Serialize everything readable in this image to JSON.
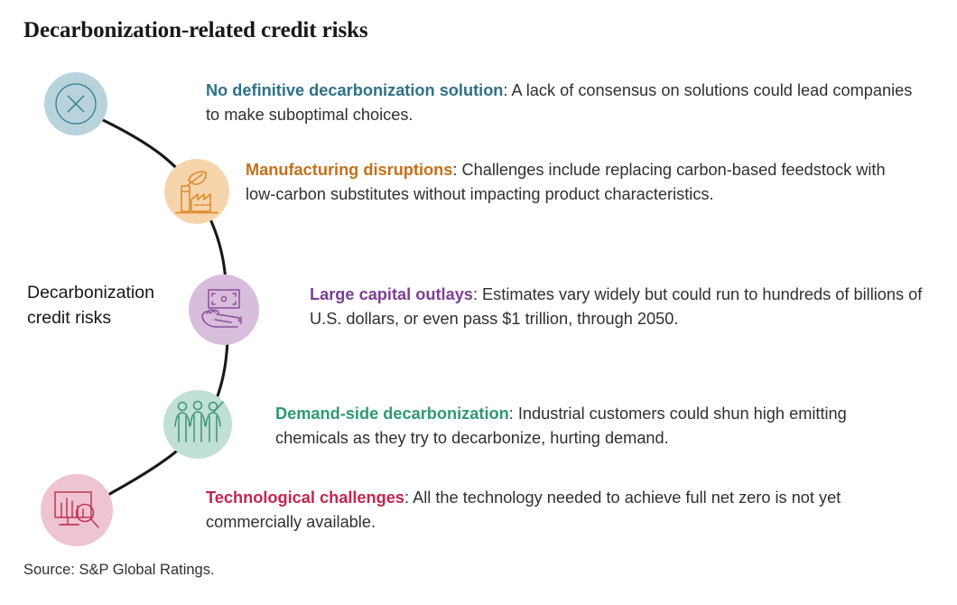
{
  "title": "Decarbonization-related credit risks",
  "center_label": "Decarbonization credit risks",
  "source": "Source: S&P Global Ratings.",
  "colors": {
    "background": "#ffffff",
    "title_text": "#17181c",
    "body_text": "#2f3033",
    "connector_line": "#17181c",
    "node1_fill": "#b9d3dc",
    "node1_stroke": "#3a7c95",
    "node2_fill": "#f6d5ac",
    "node2_stroke": "#e08a2e",
    "node3_fill": "#d8bddc",
    "node3_stroke": "#8a4f99",
    "node4_fill": "#bfe0d2",
    "node4_stroke": "#3f9476",
    "node5_fill": "#eec4d1",
    "node5_stroke": "#c03459",
    "heading1": "#2e7189",
    "heading2": "#c3711b",
    "heading3": "#7e3f95",
    "heading4": "#2f9a72",
    "heading5": "#c4254f"
  },
  "items": [
    {
      "id": "no-definitive-decarbonization-solution",
      "icon": "x-circle-icon",
      "heading": "No definitive decarbonization solution",
      "body": ": A lack of consensus on solutions could lead companies to make suboptimal choices.",
      "heading_color": "#2e7189",
      "circle_fill": "#b9d3dc",
      "circle_stroke": "#3a7c95"
    },
    {
      "id": "manufacturing-disruptions",
      "icon": "factory-leaf-icon",
      "heading": "Manufacturing disruptions",
      "body": ": Challenges include replacing carbon-based feedstock with low-carbon substitutes without impacting product characteristics.",
      "heading_color": "#c3711b",
      "circle_fill": "#f6d5ac",
      "circle_stroke": "#e08a2e"
    },
    {
      "id": "large-capital-outlays",
      "icon": "hand-money-icon",
      "heading": "Large capital outlays",
      "body": ": Estimates vary widely but could run to hundreds of billions of U.S. dollars, or even pass $1 trillion, through 2050.",
      "heading_color": "#7e3f95",
      "circle_fill": "#d8bddc",
      "circle_stroke": "#8a4f99"
    },
    {
      "id": "demand-side-decarbonization",
      "icon": "people-group-icon",
      "heading": "Demand-side decarbonization",
      "body": ": Industrial customers could shun high emitting chemicals as they try to decarbonize, hurting demand.",
      "heading_color": "#2f9a72",
      "circle_fill": "#bfe0d2",
      "circle_stroke": "#3f9476"
    },
    {
      "id": "technological-challenges",
      "icon": "monitor-chart-search-icon",
      "heading": "Technological challenges",
      "body": ": All the technology needed to achieve full net zero is not yet commercially available.",
      "heading_color": "#c4254f",
      "circle_fill": "#eec4d1",
      "circle_stroke": "#c03459"
    }
  ]
}
